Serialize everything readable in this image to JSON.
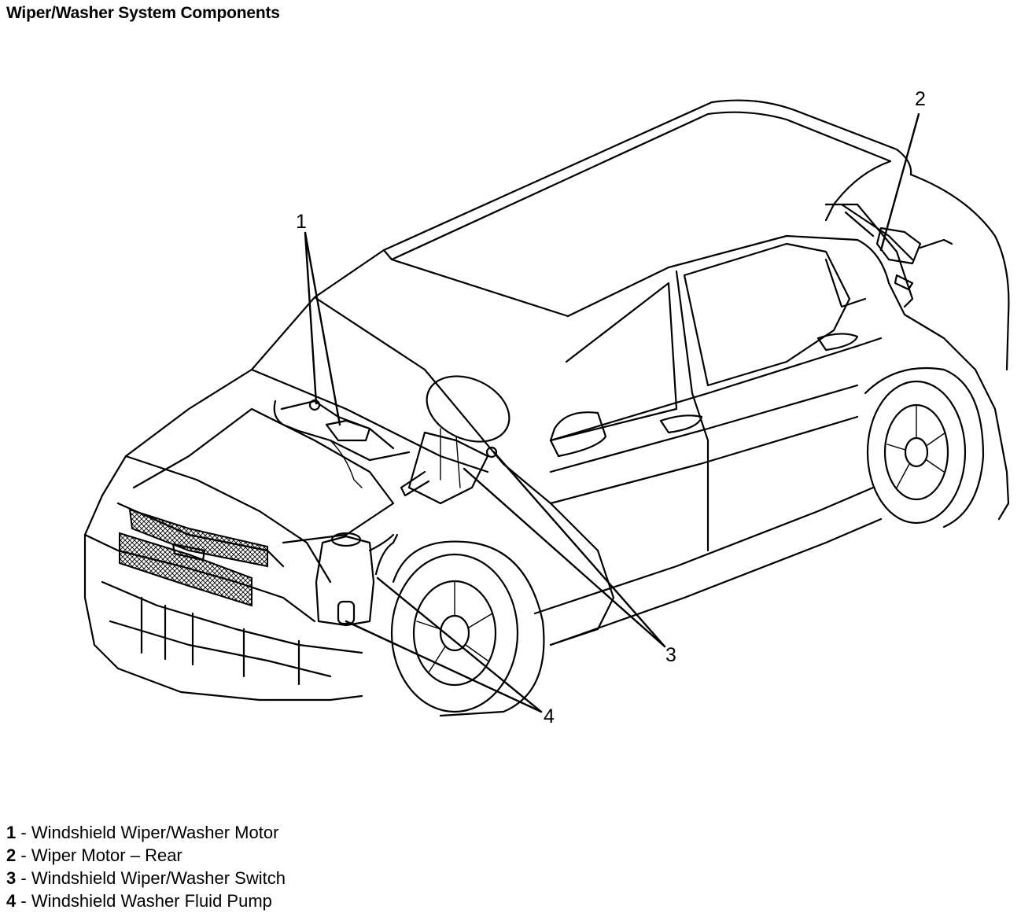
{
  "title": "Wiper/Washer System Components",
  "callouts": [
    "1",
    "2",
    "3",
    "4"
  ],
  "legend": [
    {
      "num": "1",
      "sep": " - ",
      "label": "Windshield Wiper/Washer Motor"
    },
    {
      "num": "2",
      "sep": " - ",
      "label": "Wiper Motor – Rear"
    },
    {
      "num": "3",
      "sep": " - ",
      "label": "Windshield Wiper/Washer Switch"
    },
    {
      "num": "4",
      "sep": " - ",
      "label": "Windshield Washer Fluid Pump"
    }
  ],
  "icons": [
    "vehicle-line-drawing"
  ]
}
